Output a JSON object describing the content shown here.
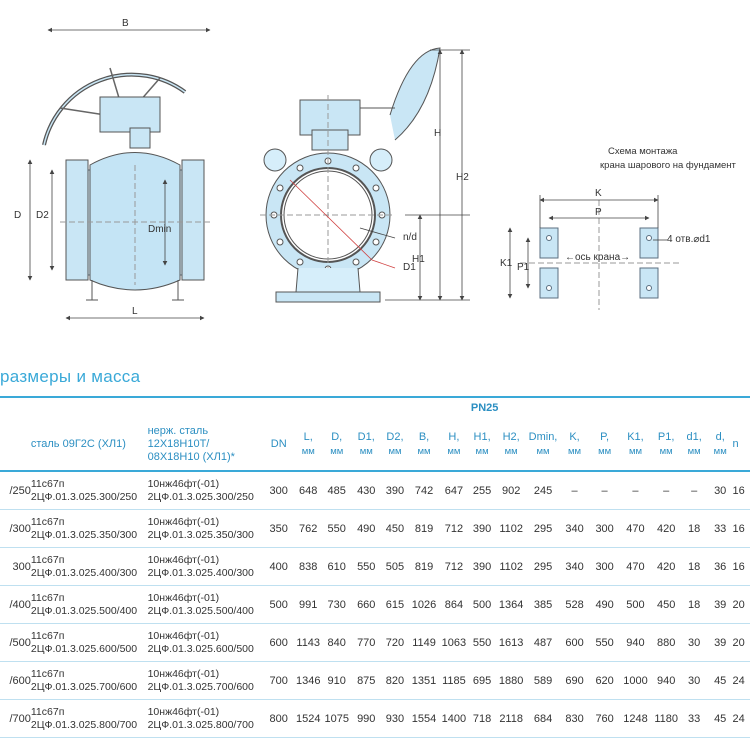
{
  "drawing": {
    "labels": {
      "B": "B",
      "D": "D",
      "D2": "D2",
      "Dmin": "Dmin",
      "L": "L",
      "H": "H",
      "H2": "H2",
      "H1": "H1",
      "nd": "n/d",
      "D1": "D1",
      "K": "K",
      "P": "P",
      "K1": "K1",
      "P1": "P1",
      "holes": "4 отв.⌀d1",
      "axis": "←ось крана→"
    },
    "scheme_title_1": "Схема монтажа",
    "scheme_title_2": "крана шарового на фундамент"
  },
  "section_title": "размеры и масса",
  "table": {
    "pn_group": "PN25",
    "col_material_1": "сталь 09Г2С (ХЛ1)",
    "col_material_2": "нерж. сталь 12Х18Н10Т/ 08Х18Н10 (ХЛ1)*",
    "unit": "мм",
    "col_dn": "DN",
    "dim_cols": [
      "L,",
      "D,",
      "D1,",
      "D2,",
      "B,",
      "H,",
      "H1,",
      "H2,",
      "Dmin,",
      "K,",
      "P,",
      "K1,",
      "P1,",
      "d1,",
      "d,"
    ],
    "col_clipped_right": "n",
    "rows": [
      {
        "clip_left": "/250",
        "m1a": "11с67п",
        "m1b": "2ЦФ.01.3.025.300/250",
        "m2a": "10нж46фт(-01)",
        "m2b": "2ЦФ.01.3.025.300/250",
        "dn": "300",
        "v": [
          "648",
          "485",
          "430",
          "390",
          "742",
          "647",
          "255",
          "902",
          "245",
          "–",
          "–",
          "–",
          "–",
          "–",
          "30"
        ],
        "clip_right": "16"
      },
      {
        "clip_left": "/300",
        "m1a": "11с67п",
        "m1b": "2ЦФ.01.3.025.350/300",
        "m2a": "10нж46фт(-01)",
        "m2b": "2ЦФ.01.3.025.350/300",
        "dn": "350",
        "v": [
          "762",
          "550",
          "490",
          "450",
          "819",
          "712",
          "390",
          "1102",
          "295",
          "340",
          "300",
          "470",
          "420",
          "18",
          "33"
        ],
        "clip_right": "16"
      },
      {
        "clip_left": "300",
        "m1a": "11с67п",
        "m1b": "2ЦФ.01.3.025.400/300",
        "m2a": "10нж46фт(-01)",
        "m2b": "2ЦФ.01.3.025.400/300",
        "dn": "400",
        "v": [
          "838",
          "610",
          "550",
          "505",
          "819",
          "712",
          "390",
          "1102",
          "295",
          "340",
          "300",
          "470",
          "420",
          "18",
          "36"
        ],
        "clip_right": "16"
      },
      {
        "clip_left": "/400",
        "m1a": "11с67п",
        "m1b": "2ЦФ.01.3.025.500/400",
        "m2a": "10нж46фт(-01)",
        "m2b": "2ЦФ.01.3.025.500/400",
        "dn": "500",
        "v": [
          "991",
          "730",
          "660",
          "615",
          "1026",
          "864",
          "500",
          "1364",
          "385",
          "528",
          "490",
          "500",
          "450",
          "18",
          "39"
        ],
        "clip_right": "20"
      },
      {
        "clip_left": "/500",
        "m1a": "11с67п",
        "m1b": "2ЦФ.01.3.025.600/500",
        "m2a": "10нж46фт(-01)",
        "m2b": "2ЦФ.01.3.025.600/500",
        "dn": "600",
        "v": [
          "1143",
          "840",
          "770",
          "720",
          "1149",
          "1063",
          "550",
          "1613",
          "487",
          "600",
          "550",
          "940",
          "880",
          "30",
          "39"
        ],
        "clip_right": "20"
      },
      {
        "clip_left": "/600",
        "m1a": "11с67п",
        "m1b": "2ЦФ.01.3.025.700/600",
        "m2a": "10нж46фт(-01)",
        "m2b": "2ЦФ.01.3.025.700/600",
        "dn": "700",
        "v": [
          "1346",
          "910",
          "875",
          "820",
          "1351",
          "1185",
          "695",
          "1880",
          "589",
          "690",
          "620",
          "1000",
          "940",
          "30",
          "45"
        ],
        "clip_right": "24"
      },
      {
        "clip_left": "/700",
        "m1a": "11с67п",
        "m1b": "2ЦФ.01.3.025.800/700",
        "m2a": "10нж46фт(-01)",
        "m2b": "2ЦФ.01.3.025.800/700",
        "dn": "800",
        "v": [
          "1524",
          "1075",
          "990",
          "930",
          "1554",
          "1400",
          "718",
          "2118",
          "684",
          "830",
          "760",
          "1248",
          "1180",
          "33",
          "45"
        ],
        "clip_right": "24"
      }
    ]
  }
}
